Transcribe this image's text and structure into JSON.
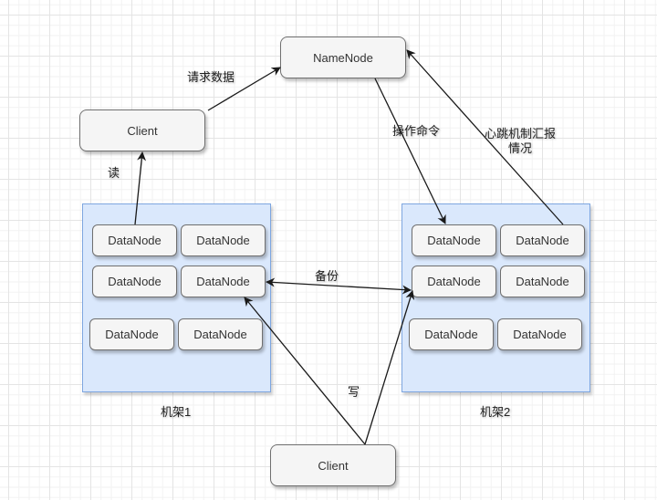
{
  "nodes": {
    "namenode": "NameNode",
    "client_top": "Client",
    "client_bottom": "Client"
  },
  "racks": [
    {
      "label": "机架1",
      "datanodes": [
        "DataNode",
        "DataNode",
        "DataNode",
        "DataNode",
        "DataNode",
        "DataNode"
      ]
    },
    {
      "label": "机架2",
      "datanodes": [
        "DataNode",
        "DataNode",
        "DataNode",
        "DataNode",
        "DataNode",
        "DataNode"
      ]
    }
  ],
  "edges": {
    "request_data": "请求数据",
    "read": "读",
    "operation_command": "操作命令",
    "heartbeat_line1": "心跳机制汇报",
    "heartbeat_line2": "情况",
    "backup": "备份",
    "write": "写"
  },
  "colors": {
    "node_fill": "#f5f5f5",
    "node_stroke": "#6f6f6f",
    "rack_fill": "#dae8fc",
    "rack_stroke": "#7ea6e0",
    "edge": "#1a1a1a"
  }
}
